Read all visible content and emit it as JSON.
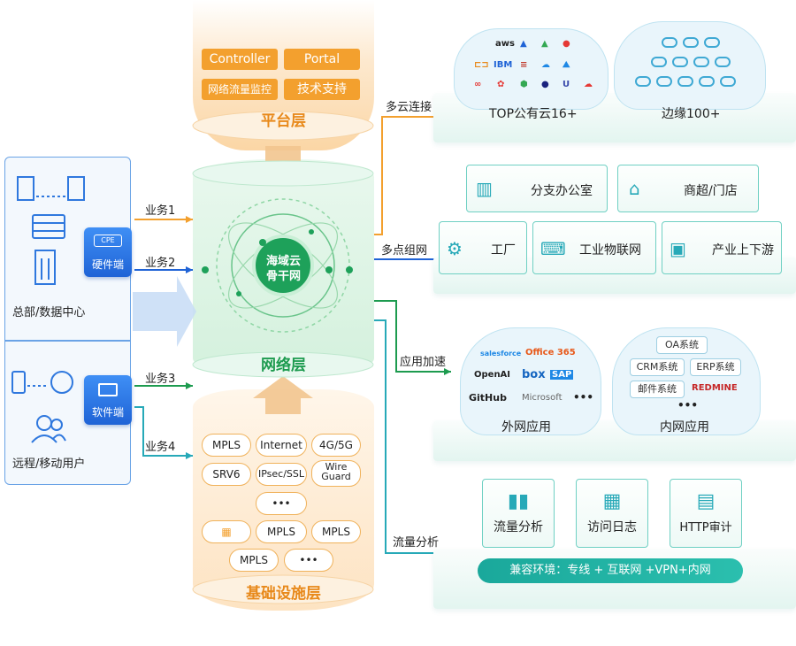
{
  "left": {
    "hq_label": "总部/数据中心",
    "remote_label": "远程/移动用户",
    "hardware_label": "硬件端",
    "hardware_badge": "CPE",
    "software_label": "软件端",
    "biz": [
      "业务1",
      "业务2",
      "业务3",
      "业务4"
    ]
  },
  "platform_layer": {
    "title": "平台层",
    "buttons": [
      "Controller",
      "Portal",
      "网络流量监控",
      "技术支持"
    ]
  },
  "network_layer": {
    "title": "网络层",
    "core_line1": "海域云",
    "core_line2": "骨干网"
  },
  "infra_layer": {
    "title": "基础设施层",
    "pills": [
      "MPLS",
      "Internet",
      "4G/5G",
      "SRV6",
      "IPsec/SSL",
      "Wire Guard",
      "•••",
      "MPLS",
      "MPLS",
      "MPLS",
      "•••"
    ]
  },
  "routes": [
    "多云连接",
    "多点组网",
    "应用加速",
    "流量分析"
  ],
  "cloud_section": {
    "public_cloud": "TOP公有云16+",
    "edge": "边缘100+",
    "logos": [
      "aws",
      "IBM"
    ]
  },
  "multipoint": {
    "cards": [
      "分支办公室",
      "商超/门店",
      "工厂",
      "工业物联网",
      "产业上下游"
    ]
  },
  "apps": {
    "external_label": "外网应用",
    "internal_label": "内网应用",
    "external_logos": [
      "salesforce",
      "Office 365",
      "OpenAI",
      "box",
      "SAP",
      "GitHub",
      "Microsoft",
      "•••"
    ],
    "internal_tags": [
      "OA系统",
      "CRM系统",
      "ERP系统",
      "邮件系统",
      "REDMINE",
      "•••"
    ]
  },
  "traffic": {
    "cards": [
      "流量分析",
      "访问日志",
      "HTTP审计"
    ],
    "banner": "兼容环境：专线 + 互联网 +VPN+内网"
  },
  "colors": {
    "orange": "#f3a02e",
    "blue": "#1f63d6",
    "green": "#1d9b4f",
    "teal": "#27a9b8"
  }
}
